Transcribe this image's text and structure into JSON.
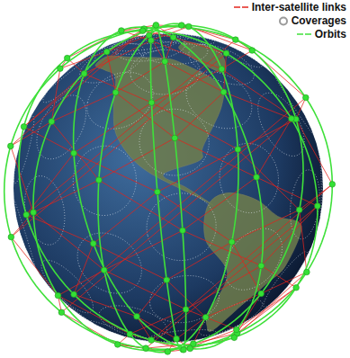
{
  "diagram": {
    "legend": [
      {
        "text": "Inter-satellite links"
      },
      {
        "text": "Coverages"
      },
      {
        "text": "Orbits"
      }
    ]
  }
}
